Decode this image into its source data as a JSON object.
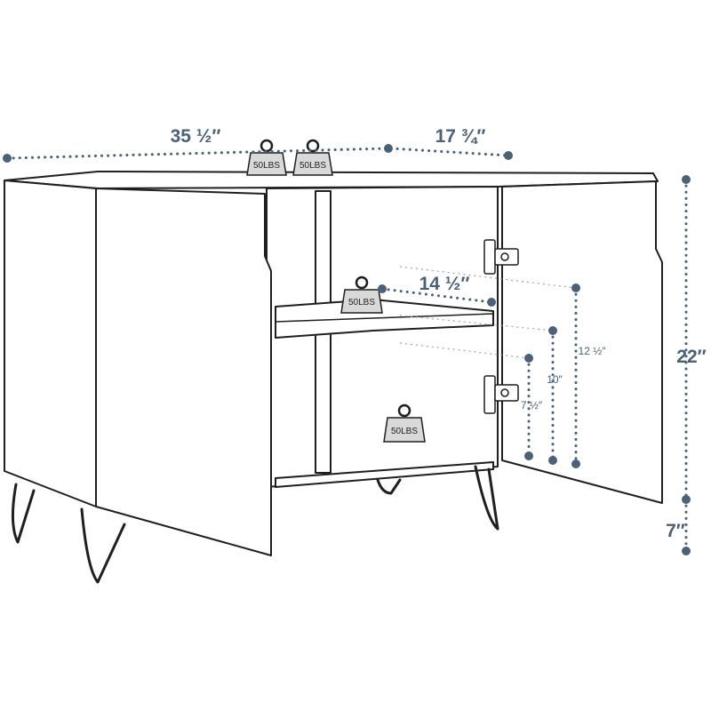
{
  "colors": {
    "dimension": "#4a6178",
    "outline": "#1f1f1f",
    "weight_fill": "#d9d9d9",
    "background": "#ffffff"
  },
  "dimensions": {
    "width": "35 ½″",
    "depth": "17 ¾″",
    "height": "22″",
    "leg_height": "7″",
    "shelf_width": "14 ½″",
    "shelf_height_1": "12 ½″",
    "shelf_height_2": "10″",
    "shelf_height_3": "7 ½″"
  },
  "weights": {
    "top_left": "50LBS",
    "top_right": "50LBS",
    "shelf": "50LBS",
    "bottom": "50LBS"
  },
  "icons": {
    "weight": "weight-icon",
    "hinge": "hinge-icon"
  }
}
